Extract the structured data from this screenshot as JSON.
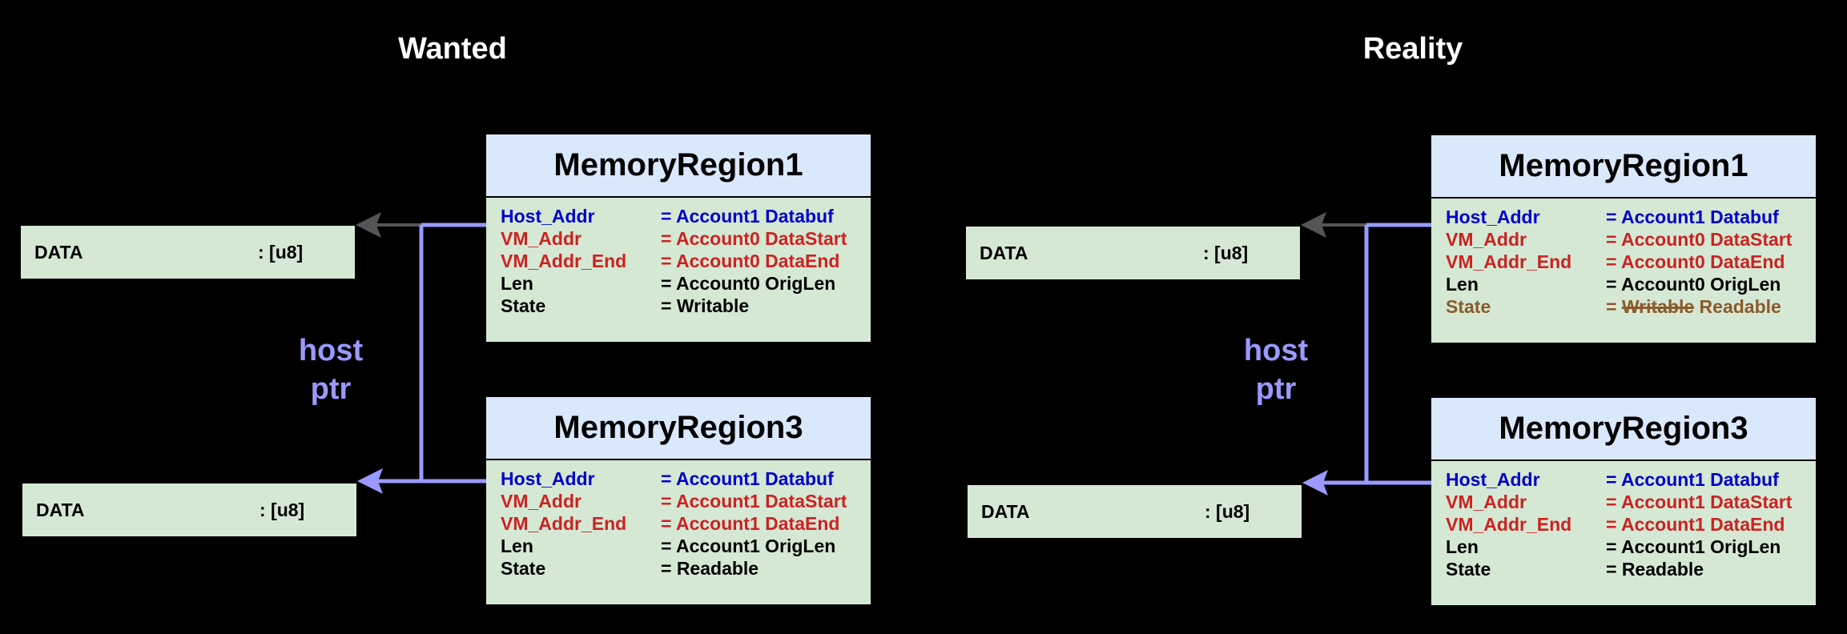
{
  "titles": {
    "left": "Wanted",
    "right": "Reality"
  },
  "data_box": {
    "name": "DATA",
    "type": ":  [u8]"
  },
  "host_label": {
    "line1": "host",
    "line2": "ptr"
  },
  "left": {
    "region1": {
      "title": "MemoryRegion1",
      "host_addr": {
        "key": "Host_Addr",
        "value": "= Account1 Databuf"
      },
      "vm_addr": {
        "key": "VM_Addr",
        "value": "= Account0 DataStart"
      },
      "vm_addr_end": {
        "key": "VM_Addr_End",
        "value": "= Account0 DataEnd"
      },
      "len": {
        "key": "Len",
        "value": "= Account0 OrigLen"
      },
      "state": {
        "key": "State",
        "value": "= Writable"
      }
    },
    "region3": {
      "title": "MemoryRegion3",
      "host_addr": {
        "key": "Host_Addr",
        "value": "= Account1 Databuf"
      },
      "vm_addr": {
        "key": "VM_Addr",
        "value": "= Account1 DataStart"
      },
      "vm_addr_end": {
        "key": "VM_Addr_End",
        "value": "= Account1 DataEnd"
      },
      "len": {
        "key": "Len",
        "value": "= Account1 OrigLen"
      },
      "state": {
        "key": "State",
        "value": "= Readable"
      }
    }
  },
  "right": {
    "region1": {
      "title": "MemoryRegion1",
      "host_addr": {
        "key": "Host_Addr",
        "value": "= Account1 Databuf"
      },
      "vm_addr": {
        "key": "VM_Addr",
        "value": "= Account0 DataStart"
      },
      "vm_addr_end": {
        "key": "VM_Addr_End",
        "value": "= Account0 DataEnd"
      },
      "len": {
        "key": "Len",
        "value": "= Account0 OrigLen"
      },
      "state": {
        "key": "State",
        "value_prefix": "=",
        "struck": "Writable",
        "value_new": "Readable"
      }
    },
    "region3": {
      "title": "MemoryRegion3",
      "host_addr": {
        "key": "Host_Addr",
        "value": "= Account1 Databuf"
      },
      "vm_addr": {
        "key": "VM_Addr",
        "value": "= Account1 DataStart"
      },
      "vm_addr_end": {
        "key": "VM_Addr_End",
        "value": "= Account1 DataEnd"
      },
      "len": {
        "key": "Len",
        "value": "= Account1 OrigLen"
      },
      "state": {
        "key": "State",
        "value": "= Readable"
      }
    }
  },
  "colors": {
    "background": "#000000",
    "region_header": "#dae8fc",
    "region_body": "#d5e8d4",
    "host_ptr": "#9999ff",
    "arrow_gray": "#555555",
    "host_addr_text": "#0000cc",
    "vm_addr_text": "#cc2222",
    "changed_state_text": "#8b5a2b"
  }
}
